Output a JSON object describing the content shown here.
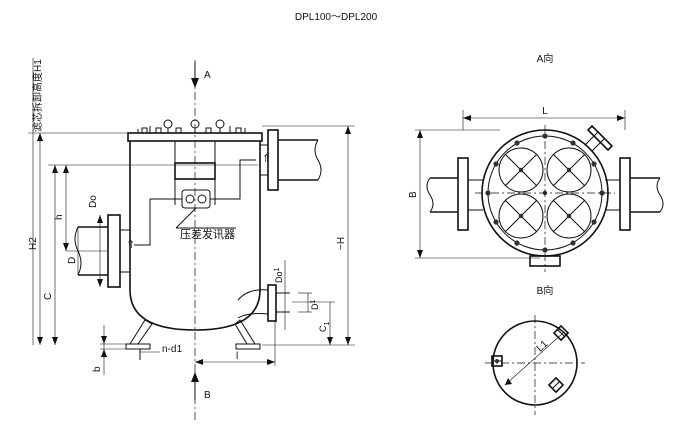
{
  "title": "DPL100～DPL200",
  "front_view": {
    "arrow_a": "A",
    "arrow_b": "B",
    "dim_h1": "滤芯拆卸高度H1",
    "dim_h2": "H2",
    "dim_c": "C",
    "dim_h": "h",
    "dim_do": "Do",
    "dim_d": "D",
    "dim_h_total": "~H",
    "dim_do1": "Do",
    "dim_do1_sup": "1",
    "dim_d1": "D",
    "dim_d1_sup": "1",
    "dim_c1": "C",
    "dim_c1_sub": "1",
    "dim_b": "b",
    "dim_nd1": "n-d1",
    "dim_l_small": "l",
    "gauge_label": "压差发讯器"
  },
  "view_a": {
    "title": "A向",
    "dim_l": "L",
    "dim_b": "B"
  },
  "view_b": {
    "title": "B向",
    "dim_l1": "L1"
  }
}
